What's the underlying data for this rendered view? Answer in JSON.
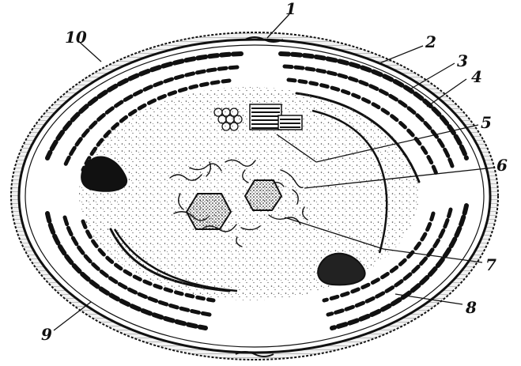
{
  "labels": {
    "l1": "1",
    "l2": "2",
    "l3": "3",
    "l4": "4",
    "l5": "5",
    "l6": "6",
    "l7": "7",
    "l8": "8",
    "l9": "9",
    "l10": "10"
  },
  "colors": {
    "ink": "#111111",
    "background": "#ffffff",
    "wall_fill": "#e8e8e8",
    "stipple": "#444444"
  }
}
